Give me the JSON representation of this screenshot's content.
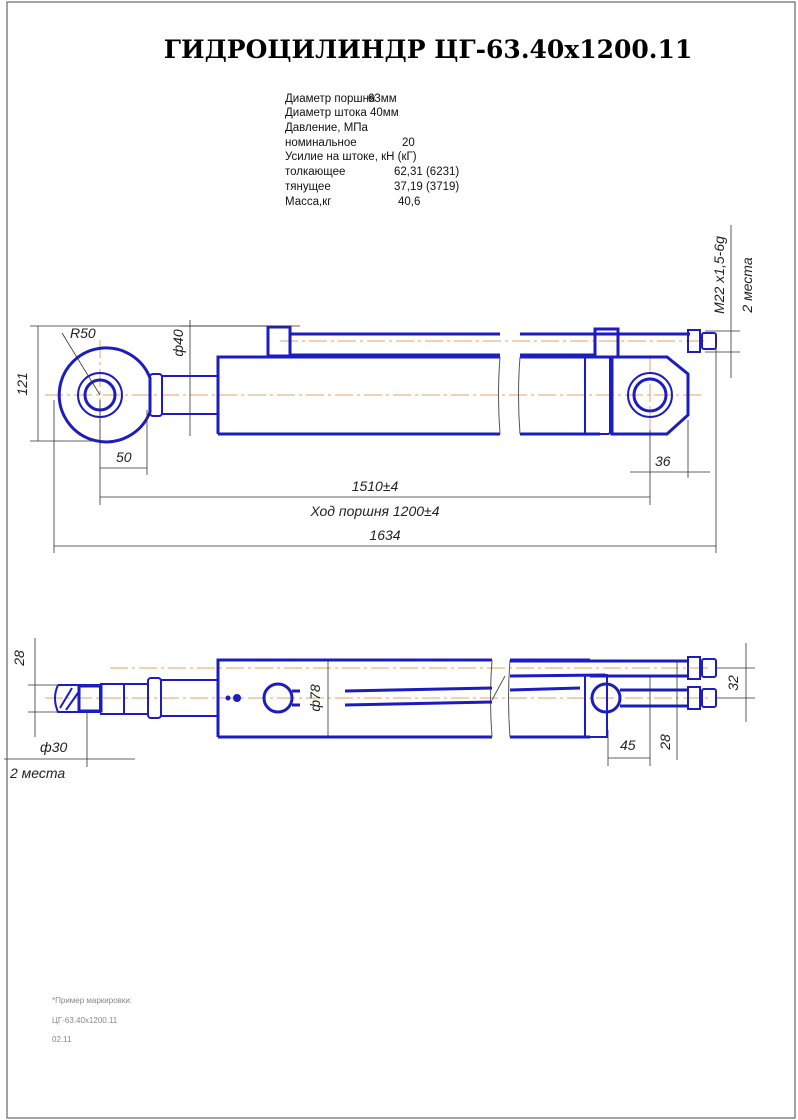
{
  "title": "ГИДРОЦИЛИНДР  ЦГ-63.40х1200.11",
  "specs": [
    {
      "label": "Диаметр поршня",
      "value": "63мм"
    },
    {
      "label": "Диаметр штока",
      "value": "40мм"
    },
    {
      "label": "Давление, МПа",
      "value": ""
    },
    {
      "label": "номинальное",
      "value": "20"
    },
    {
      "label": "Усилие на штоке, кН (кГ)",
      "value": ""
    },
    {
      "label": "толкающее",
      "value": "62,31 (6231)"
    },
    {
      "label": "тянущее",
      "value": "37,19 (3719)"
    },
    {
      "label": " Масса,кг",
      "value": "40,6"
    }
  ],
  "top_view": {
    "radius": "R50",
    "height": "121",
    "rod_diameter": "ф40",
    "eye_offset": "50",
    "mount_length": "1510±4",
    "stroke": "Ход поршня 1200±4",
    "total_length": "1634",
    "end_offset": "36",
    "thread": "М22 х1,5-6g",
    "thread_qty": "2 места"
  },
  "side_view": {
    "width": "28",
    "pin_diameter": "ф30",
    "pin_qty": "2 места",
    "body_diameter": "ф78",
    "port_offset": "45",
    "port_height": "28",
    "port_spacing": "32"
  },
  "marking": {
    "caption": "*Пример маркировки:",
    "line1": "ЦГ-63.40х1200.11",
    "line2": "02.11"
  }
}
